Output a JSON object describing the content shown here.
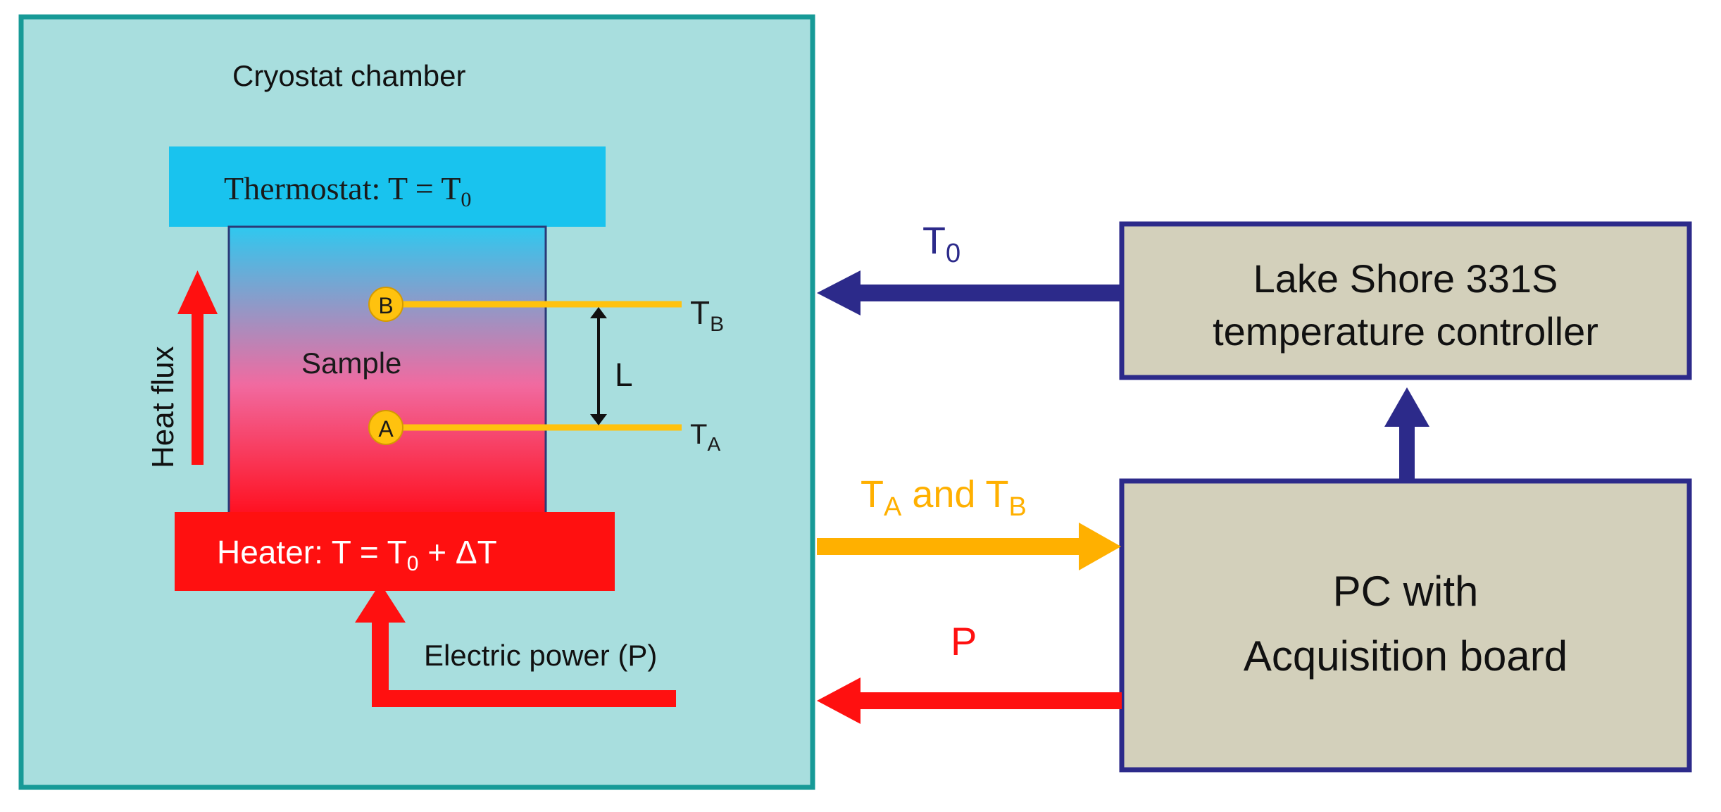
{
  "chamber": {
    "title": "Cryostat chamber",
    "fill": "#a8dede",
    "border": "#179a97"
  },
  "thermostat": {
    "label": "Thermostat: T = T",
    "sub": "0",
    "fill": "#19c3ee"
  },
  "sample": {
    "label": "Sample",
    "top_color": "#2fc8ef",
    "bottom_color": "#ff1020"
  },
  "heater": {
    "label": "Heater: T = T",
    "sub": "0",
    "suffix": " + ΔT",
    "fill": "#ff1010"
  },
  "heat_flux": {
    "label": "Heat flux",
    "color": "#ff1010"
  },
  "sensors": {
    "b": {
      "marker": "B",
      "label": "T",
      "sub": "B"
    },
    "a": {
      "marker": "A",
      "label": "T",
      "sub": "A"
    },
    "color": "#ffc20e"
  },
  "length": {
    "label": "L"
  },
  "power_input": {
    "label": "Electric power (P)"
  },
  "controller": {
    "line1": "Lake Shore 331S",
    "line2": "temperature controller",
    "fill": "#d3d0bb",
    "border": "#2c2a8a"
  },
  "pc": {
    "line1": "PC with",
    "line2": "Acquisition board",
    "fill": "#d3d0bb",
    "border": "#2c2a8a"
  },
  "arrows": {
    "t0": {
      "label": "T",
      "sub": "0",
      "color": "#2c2a8a"
    },
    "tatb": {
      "label_a": "T",
      "sub_a": "A",
      "mid": " and T",
      "sub_b": "B",
      "color": "#ffb000"
    },
    "p": {
      "label": "P",
      "color": "#ff1010"
    }
  }
}
